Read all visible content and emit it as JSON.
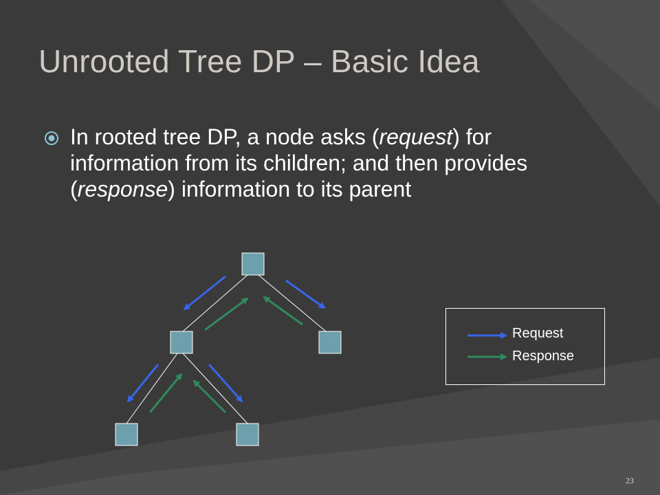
{
  "slide": {
    "title": "Unrooted Tree DP – Basic Idea",
    "bullet": {
      "icon": "circled-dot-bullet-icon",
      "parts": [
        {
          "text": "In rooted tree DP, a node asks (",
          "italic": false
        },
        {
          "text": "request",
          "italic": true
        },
        {
          "text": ") for information from its children; and then provides (",
          "italic": false
        },
        {
          "text": "response",
          "italic": true
        },
        {
          "text": ") information to its parent",
          "italic": false
        }
      ]
    },
    "legend": {
      "request_label": "Request",
      "response_label": "Response"
    },
    "page_number": "23"
  },
  "colors": {
    "background": "#3a3a3a",
    "title": "#cfcac2",
    "node_fill": "#6e9fac",
    "node_stroke": "#ffffff",
    "request_arrow": "#3766e8",
    "response_arrow": "#2f8a5c",
    "edge": "#ffffff"
  },
  "diagram": {
    "nodes": [
      "root",
      "left-child",
      "right-child",
      "left-left-child",
      "left-right-child"
    ],
    "edges": [
      [
        "root",
        "left-child"
      ],
      [
        "root",
        "right-child"
      ],
      [
        "left-child",
        "left-left-child"
      ],
      [
        "left-child",
        "left-right-child"
      ]
    ]
  }
}
